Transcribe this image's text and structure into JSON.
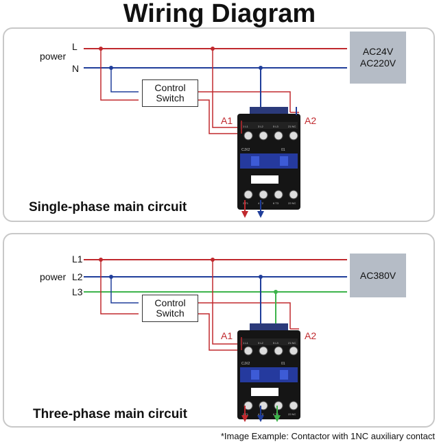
{
  "title": "Wiring Diagram",
  "single_phase": {
    "power_label": "power",
    "line_labels": [
      "L",
      "N"
    ],
    "control_switch": [
      "Control",
      "Switch"
    ],
    "coil_terminals": [
      "A1",
      "A2"
    ],
    "voltage": [
      "AC24V",
      "AC220V"
    ],
    "caption": "Single-phase main circuit"
  },
  "three_phase": {
    "power_label": "power",
    "line_labels": [
      "L1",
      "L2",
      "L3"
    ],
    "control_switch": [
      "Control",
      "Switch"
    ],
    "coil_terminals": [
      "A1",
      "A2"
    ],
    "voltage": [
      "AC380V"
    ],
    "caption": "Three-phase main circuit"
  },
  "contactor_markings": {
    "model": "CJX2",
    "aux_code": "01",
    "top_terminals": [
      "1 L1",
      "3 L2",
      "5 L3",
      "21 NC"
    ],
    "bottom_terminals": [
      "2 T1",
      "4 T2",
      "6 T3",
      "22 NC"
    ]
  },
  "footnote": "*Image Example: Contactor with 1NC auxiliary contact",
  "colors": {
    "phase": "#c0282d",
    "neutral": "#1f3d9a",
    "phase3": "#3cb34a",
    "voltage_box": "#b5bcc6",
    "panel_border": "#c8c8c8"
  }
}
